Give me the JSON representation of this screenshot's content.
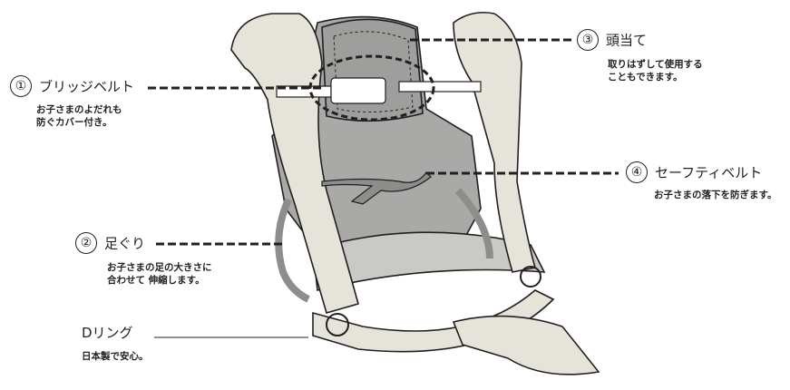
{
  "callouts": [
    {
      "number": "①",
      "title": "ブリッジベルト",
      "desc": [
        "お子さまのよだれも",
        "防ぐカバー付き。"
      ]
    },
    {
      "number": "②",
      "title": "足ぐり",
      "desc": [
        "お子さまの足の大きさに",
        "合わせて 伸縮します。"
      ]
    },
    {
      "number": "③",
      "title": "頭当て",
      "desc": [
        "取りはずして使用する",
        "こともできます。"
      ]
    },
    {
      "number": "④",
      "title": "セーフティベルト",
      "desc": [
        "お子さまの落下を防ぎます。"
      ]
    },
    {
      "number": "",
      "title": "Dリング",
      "desc": [
        "日本製で安心。"
      ]
    }
  ],
  "colors": {
    "strap": "#e6e3da",
    "body": "#a9a9a7",
    "dark": "#8d8d8b",
    "line": "#231f20"
  }
}
